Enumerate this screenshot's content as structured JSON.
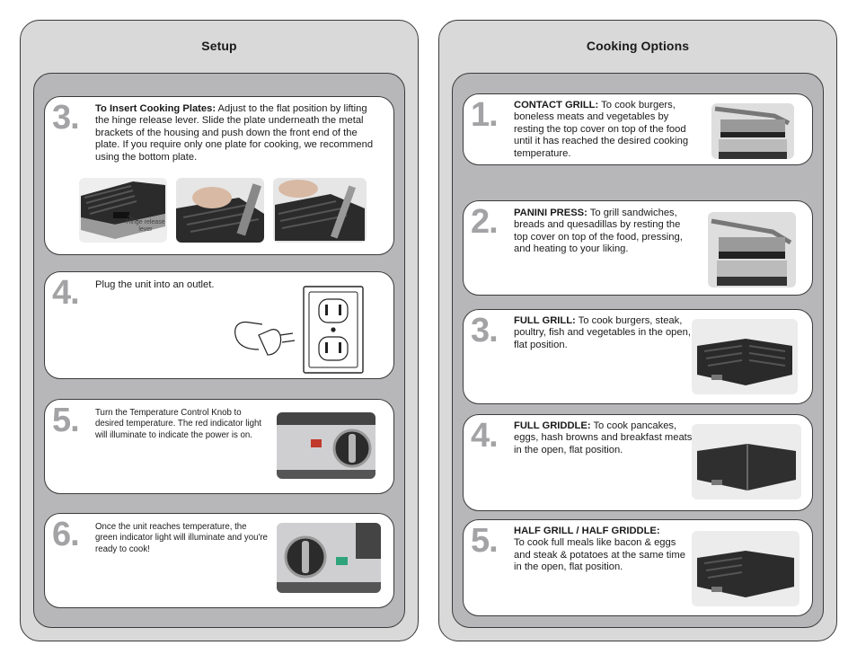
{
  "setup": {
    "title": "Setup",
    "steps": [
      {
        "number": "3.",
        "heading": "To Insert Cooking Plates:",
        "text": " Adjust to the flat position by lifting the hinge release lever. Slide the plate underneath the metal brackets of the housing and push down the front end of the plate. If you require only one plate for cooking, we recommend using the bottom plate.",
        "callout": "Hinge release lever"
      },
      {
        "number": "4.",
        "text": "Plug the unit into an outlet."
      },
      {
        "number": "5.",
        "text": "Turn the Temperature Control Knob to desired temperature. The red indicator light will illuminate to indicate the power is on."
      },
      {
        "number": "6.",
        "text": "Once the unit reaches temperature, the green indicator light will illuminate and you're ready to cook!"
      }
    ]
  },
  "cooking": {
    "title": "Cooking Options",
    "options": [
      {
        "number": "1.",
        "heading": "CONTACT GRILL:",
        "text": " To cook burgers, boneless meats and vegetables by resting the top cover on top of the food until it has reached the desired cooking temperature."
      },
      {
        "number": "2.",
        "heading": "PANINI PRESS:",
        "text": " To grill sandwiches, breads and quesadillas by resting the top cover on top of the food, pressing, and heating to your liking."
      },
      {
        "number": "3.",
        "heading": "FULL GRILL:",
        "text": " To cook burgers, steak, poultry, fish and vegetables in the open, flat position."
      },
      {
        "number": "4.",
        "heading": "FULL GRIDDLE:",
        "text": " To cook pancakes, eggs, hash browns and breakfast meats in the open, flat position."
      },
      {
        "number": "5.",
        "heading": "HALF GRILL / HALF GRIDDLE:",
        "text": "To cook full meals like bacon & eggs and steak & potatoes at the same time in the open, flat position."
      }
    ]
  },
  "colors": {
    "panel_bg": "#d9d9da",
    "inner_bg": "#b7b7b9",
    "number_gray": "#a3a3a5",
    "red_indicator": "#c0392b",
    "green_indicator": "#2fa37a"
  },
  "icons": [
    "grill-photo",
    "outlet-icon",
    "plug-icon",
    "knob-photo"
  ]
}
